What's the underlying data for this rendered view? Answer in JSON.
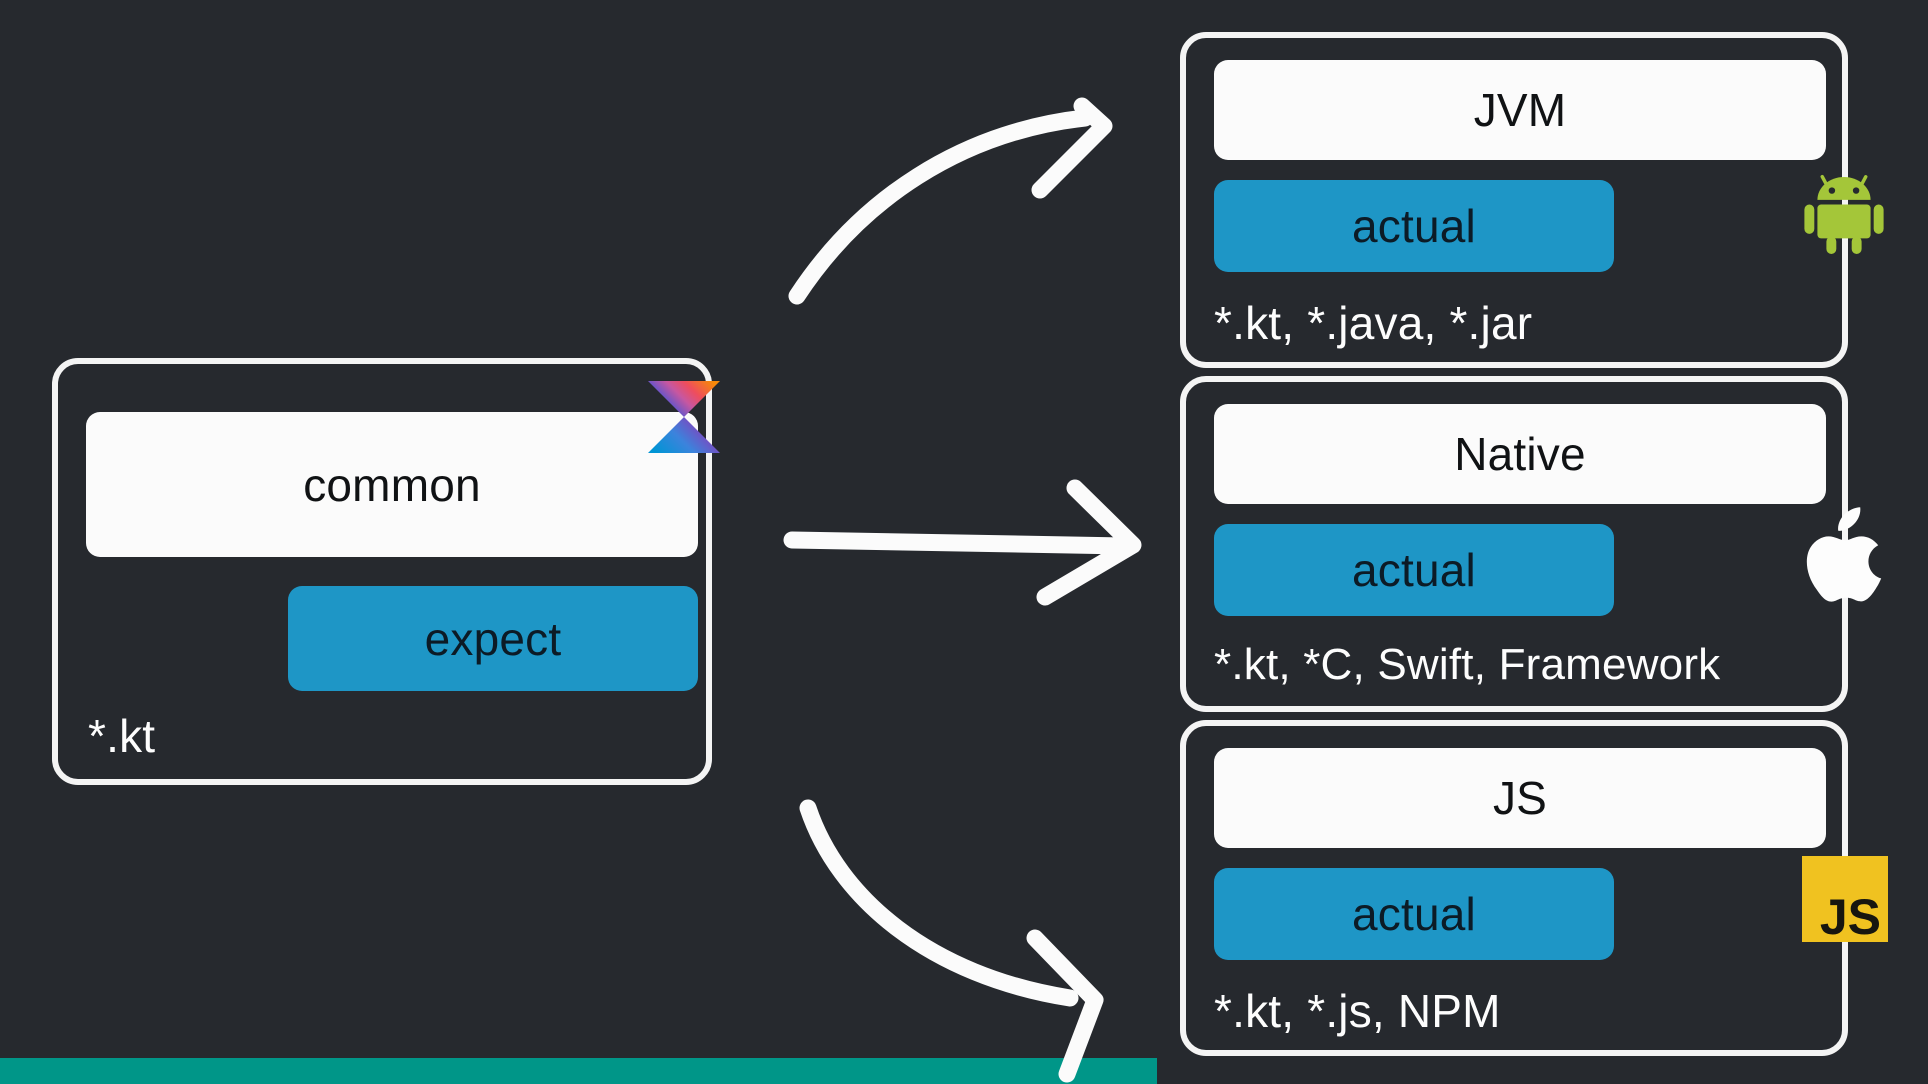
{
  "theme": {
    "background": "#26292e",
    "outline": "#f4f4f4",
    "chip_white": "#fbfbfb",
    "chip_blue": "#1e96c6",
    "text_light": "#fdfdfd",
    "text_dark": "#101214",
    "progress": "#009688",
    "js_yellow": "#f0c220",
    "android_green": "#a4c639"
  },
  "common": {
    "title": "common",
    "declaration": "expect",
    "files": "*.kt",
    "logo_icon": "kotlin-logo"
  },
  "platforms": [
    {
      "id": "jvm",
      "title": "JVM",
      "declaration": "actual",
      "files": "*.kt, *.java, *.jar",
      "badge_icon": "android-robot-icon",
      "badge_label": ""
    },
    {
      "id": "native",
      "title": "Native",
      "declaration": "actual",
      "files": "*.kt, *C, Swift, Framework",
      "badge_icon": "apple-logo-icon",
      "badge_label": ""
    },
    {
      "id": "js",
      "title": "JS",
      "declaration": "actual",
      "files": "*.kt, *.js, NPM",
      "badge_icon": "javascript-logo-icon",
      "badge_label": "JS"
    }
  ],
  "arrows": [
    {
      "id": "arrow-to-jvm",
      "icon": "curved-arrow-up-right-icon"
    },
    {
      "id": "arrow-to-native",
      "icon": "straight-arrow-right-icon"
    },
    {
      "id": "arrow-to-js",
      "icon": "curved-arrow-down-right-icon"
    }
  ],
  "progress": {
    "percent": 60
  }
}
